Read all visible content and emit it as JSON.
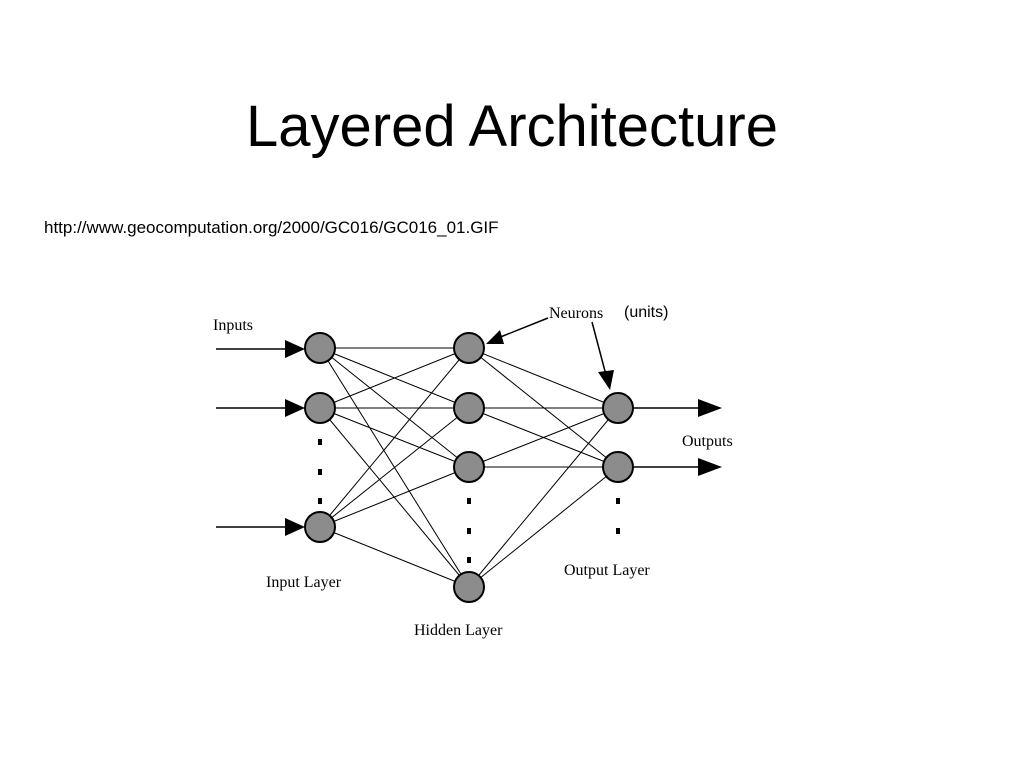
{
  "slide": {
    "title": "Layered Architecture",
    "source_url": "http://www.geocomputation.org/2000/GC016/GC016_01.GIF",
    "units_note": "(units)"
  },
  "diagram": {
    "labels": {
      "inputs": "Inputs",
      "neurons": "Neurons",
      "outputs": "Outputs",
      "input_layer": "Input Layer",
      "hidden_layer": "Hidden Layer",
      "output_layer": "Output Layer"
    },
    "layers": [
      {
        "name": "Input Layer",
        "visible_nodes": 3
      },
      {
        "name": "Hidden Layer",
        "visible_nodes": 4
      },
      {
        "name": "Output Layer",
        "visible_nodes": 2
      }
    ],
    "colors": {
      "node_fill": "#8c8c8c",
      "stroke": "#000000"
    }
  }
}
